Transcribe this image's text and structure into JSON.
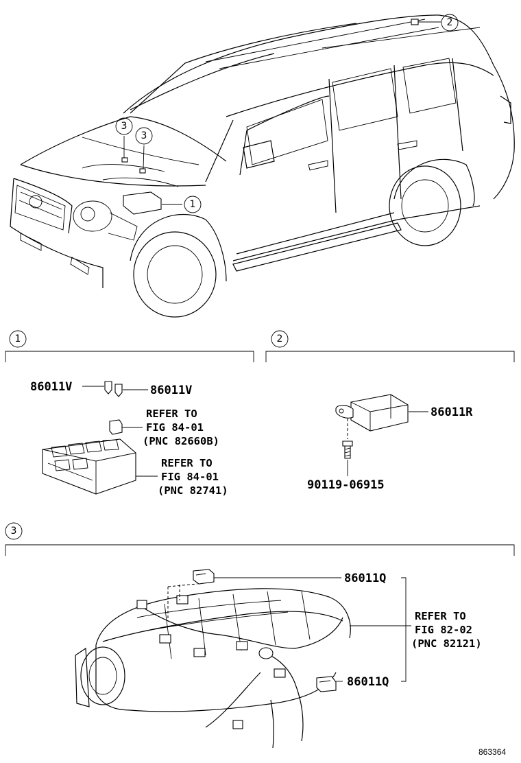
{
  "callouts": {
    "c1": "1",
    "c2": "2",
    "c3": "3"
  },
  "section1": {
    "number": "1",
    "fuse_left": "86011V",
    "fuse_right": "86011V",
    "ref_a": [
      "REFER TO",
      "FIG 84-01",
      "(PNC 82660B)"
    ],
    "ref_b": [
      "REFER TO",
      "FIG 84-01",
      "(PNC 82741)"
    ]
  },
  "section2": {
    "number": "2",
    "sensor": "86011R",
    "bolt": "90119-06915"
  },
  "section3": {
    "number": "3",
    "connector_top": "86011Q",
    "connector_bottom": "86011Q",
    "ref": [
      "REFER TO",
      "FIG 82-02",
      "(PNC 82121)"
    ]
  },
  "figure_number": "863364"
}
